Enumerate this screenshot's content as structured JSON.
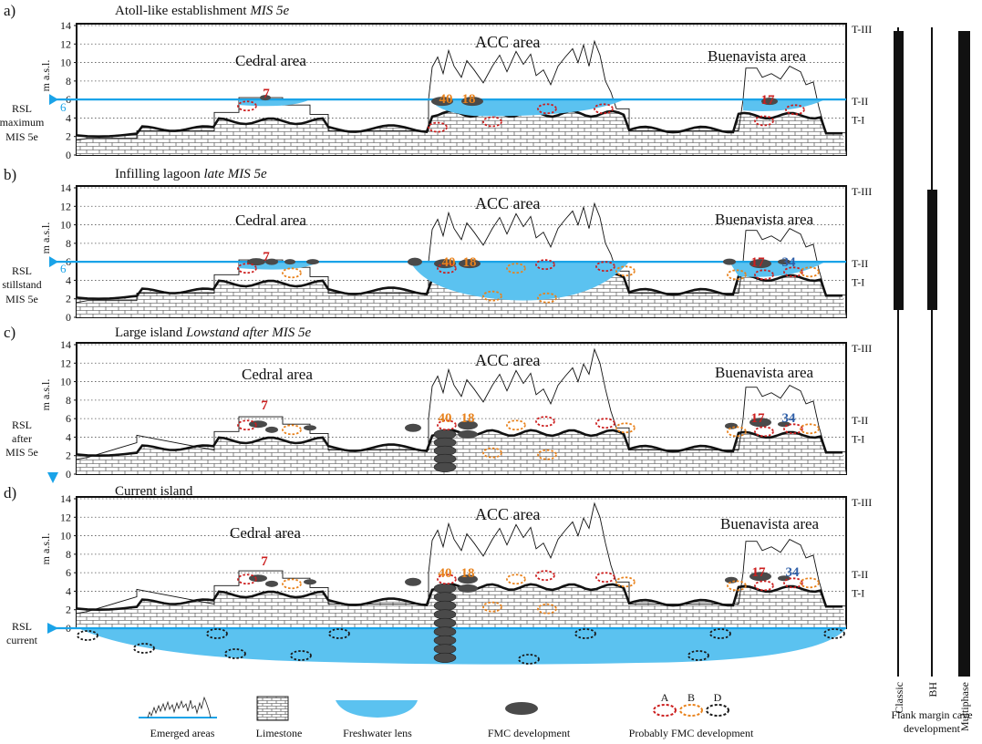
{
  "y_axis": {
    "label": "m a.s.l.",
    "ticks": [
      "0",
      "2",
      "4",
      "6",
      "8",
      "10",
      "12",
      "14"
    ],
    "range": [
      0,
      14
    ]
  },
  "terrace_labels": [
    "T-III",
    "T-II",
    "T-I"
  ],
  "panels": [
    {
      "letter": "a)",
      "title_plain": "Atoll-like establishment ",
      "title_italic": "MIS 5e",
      "areas": {
        "cedral": "Cedral area",
        "acc": "ACC area",
        "buenavista": "Buenavista area"
      },
      "rsl_lines": [
        "RSL",
        "maximum",
        "MIS 5e"
      ],
      "rsl_value": "6",
      "rsl_level": 6,
      "caves": [
        {
          "label": "7",
          "color": "#cc1e1e"
        },
        {
          "label": "40",
          "color": "#e8821c"
        },
        {
          "label": "18",
          "color": "#e8821c"
        },
        {
          "label": "17",
          "color": "#cc1e1e"
        }
      ]
    },
    {
      "letter": "b)",
      "title_plain": "Infilling lagoon ",
      "title_italic": "late MIS 5e",
      "areas": {
        "cedral": "Cedral area",
        "acc": "ACC area",
        "buenavista": "Buenavista area"
      },
      "rsl_lines": [
        "RSL",
        "stillstand",
        "MIS 5e"
      ],
      "rsl_value": "6",
      "rsl_level": 6,
      "caves": [
        {
          "label": "7",
          "color": "#cc1e1e"
        },
        {
          "label": "40",
          "color": "#e8821c"
        },
        {
          "label": "18",
          "color": "#e8821c"
        },
        {
          "label": "17",
          "color": "#cc1e1e"
        },
        {
          "label": "34",
          "color": "#2f5fa8"
        }
      ]
    },
    {
      "letter": "c)",
      "title_plain": "Large island ",
      "title_italic": "Lowstand after MIS 5e",
      "areas": {
        "cedral": "Cedral area",
        "acc": "ACC area",
        "buenavista": "Buenavista area"
      },
      "rsl_lines": [
        "RSL",
        "after",
        "MIS 5e"
      ],
      "rsl_value": "",
      "rsl_level": -1,
      "caves": [
        {
          "label": "7",
          "color": "#cc1e1e"
        },
        {
          "label": "40",
          "color": "#e8821c"
        },
        {
          "label": "18",
          "color": "#e8821c"
        },
        {
          "label": "17",
          "color": "#cc1e1e"
        },
        {
          "label": "34",
          "color": "#2f5fa8"
        }
      ]
    },
    {
      "letter": "d)",
      "title_plain": "Current island",
      "title_italic": "",
      "areas": {
        "cedral": "Cedral area",
        "acc": "ACC area",
        "buenavista": "Buenavista area"
      },
      "rsl_lines": [
        "RSL",
        "current"
      ],
      "rsl_value": "",
      "rsl_level": 0,
      "caves": [
        {
          "label": "7",
          "color": "#cc1e1e"
        },
        {
          "label": "40",
          "color": "#e8821c"
        },
        {
          "label": "18",
          "color": "#e8821c"
        },
        {
          "label": "17",
          "color": "#cc1e1e"
        },
        {
          "label": "34",
          "color": "#2f5fa8"
        }
      ]
    }
  ],
  "legend": {
    "emerged": "Emerged areas",
    "limestone": "Limestone",
    "lens": "Freshwater lens",
    "fmc": "FMC development",
    "probable": "Probably FMC development",
    "probable_keys": [
      "A",
      "B",
      "D"
    ]
  },
  "development": {
    "columns": [
      "Classic",
      "BH",
      "Multiphase"
    ],
    "caption_lines": [
      "Flank margin cave",
      "development"
    ]
  },
  "colors": {
    "water": "#5bc2f0",
    "rsl_line": "#1aa3e8",
    "marker": "#1aa3e8",
    "fmc": "#4a4a4a",
    "probable_a": "#cc1e1e",
    "probable_b": "#e8821c",
    "probable_d": "#1a1a1a"
  }
}
